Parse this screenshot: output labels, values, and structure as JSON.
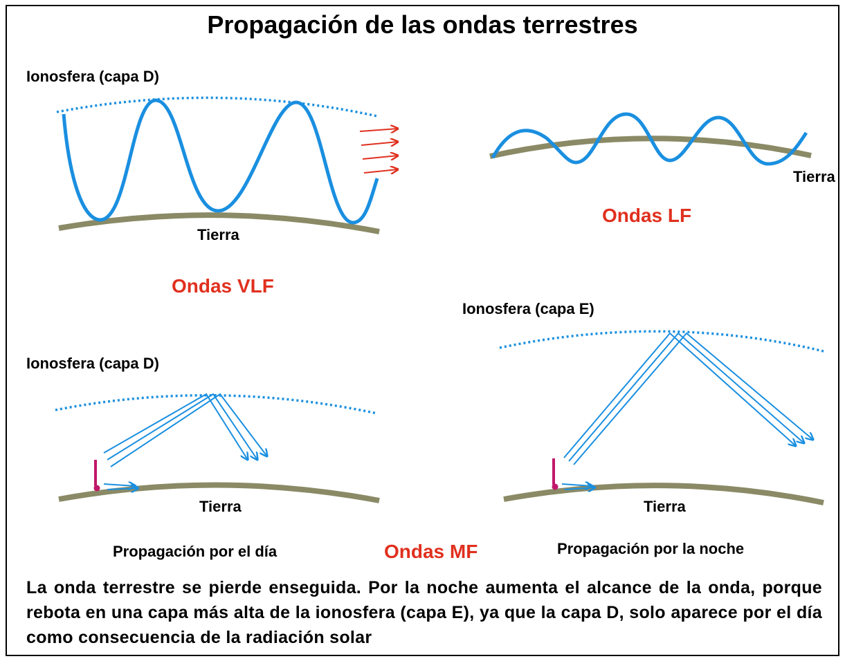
{
  "title": "Propagación de las ondas terrestres",
  "labels": {
    "ionosphere_d_top": "Ionosfera (capa D)",
    "earth_vlf": "Tierra",
    "earth_lf": "Tierra",
    "ionosphere_e": "Ionosfera (capa E)",
    "ionosphere_d_bottom": "Ionosfera (capa D)",
    "earth_day": "Tierra",
    "earth_night": "Tierra",
    "day_caption": "Propagación por el día",
    "night_caption": "Propagación por la noche"
  },
  "wave_names": {
    "vlf": "Ondas VLF",
    "lf": "Ondas LF",
    "mf": "Ondas MF"
  },
  "description": "La onda terrestre se pierde enseguida. Por la noche aumenta el alcance de la onda, porque  rebota en una capa más alta de la ionosfera (capa E), ya que la capa D, solo aparece por el día como consecuencia de la radiación solar",
  "colors": {
    "wave": "#1a8fe0",
    "ground": "#8a8a66",
    "arrow_red": "#e0301e",
    "antenna": "#c0186a",
    "label_red": "#e0301e"
  }
}
